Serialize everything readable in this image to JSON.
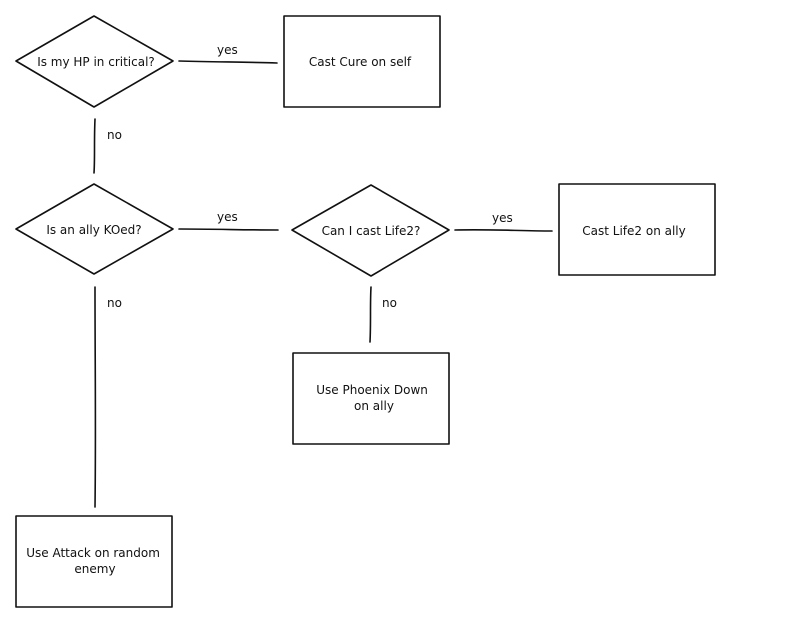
{
  "nodes": {
    "hp_critical": {
      "text": [
        "Is my HP in critical?"
      ]
    },
    "cast_cure": {
      "text": [
        "Cast Cure on self"
      ]
    },
    "ally_koed": {
      "text": [
        "Is an ally KOed?"
      ]
    },
    "can_cast_life2": {
      "text": [
        "Can I cast Life2?"
      ]
    },
    "cast_life2": {
      "text": [
        "Cast Life2 on ally"
      ]
    },
    "phoenix_down": {
      "text": [
        "Use Phoenix Down",
        "on ally"
      ]
    },
    "attack": {
      "text": [
        "Use Attack on random",
        "enemy"
      ]
    }
  },
  "edges": {
    "hp_yes": {
      "label": "yes"
    },
    "hp_no": {
      "label": "no"
    },
    "ko_yes": {
      "label": "yes"
    },
    "ko_no": {
      "label": "no"
    },
    "life2_yes": {
      "label": "yes"
    },
    "life2_no": {
      "label": "no"
    }
  }
}
